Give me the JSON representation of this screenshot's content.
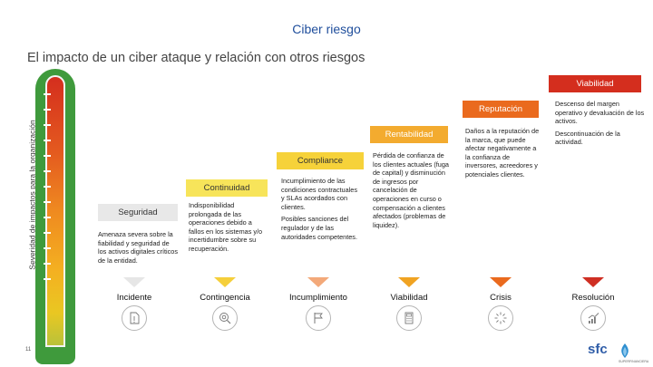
{
  "title": "Ciber riesgo",
  "subtitle": "El impacto de un ciber ataque y relación con otros riesgos",
  "vertical_label": "Severidad de impactos para la organización",
  "page_number": "11",
  "logo": {
    "text": "sfc",
    "sub": "SUPERFINANCIERA"
  },
  "colors": {
    "thermometer_outer": "#3f9a3c",
    "seguridad": "#e8e8e8",
    "continuidad": "#f7e45a",
    "compliance": "#f6d23a",
    "rentabilidad": "#f3ab2f",
    "reputacion": "#ea6a1e",
    "viabilidad": "#d42e1e"
  },
  "steps": [
    {
      "label": "Seguridad",
      "paragraphs": [
        "Amenaza severa sobre la fiabilidad y seguridad de los activos digitales críticos de la entidad."
      ]
    },
    {
      "label": "Continuidad",
      "paragraphs": [
        "Indisponibilidad prolongada de las operaciones debido a fallos en los sistemas y/o incertidumbre sobre su recuperación."
      ]
    },
    {
      "label": "Compliance",
      "paragraphs": [
        "Incumplimiento de las condiciones contractuales y SLAs acordados con clientes.",
        "Posibles sanciones del regulador y de las autoridades competentes."
      ]
    },
    {
      "label": "Rentabilidad",
      "paragraphs": [
        "Pérdida de confianza de los clientes actuales (fuga de capital) y disminución de ingresos por cancelación de operaciones en curso o compensación a clientes afectados (problemas de liquidez)."
      ]
    },
    {
      "label": "Reputación",
      "paragraphs": [
        "Daños a la reputación de la marca, que puede afectar negativamente a la confianza de inversores, acreedores y potenciales clientes."
      ]
    },
    {
      "label": "Viabilidad",
      "paragraphs": [
        "Descenso del margen operativo y devaluación de los activos.",
        "Descontinuación de la actividad."
      ]
    }
  ],
  "stages": [
    {
      "label": "Incidente",
      "icon": "document-icon",
      "arrow_color": "#e6e6e6"
    },
    {
      "label": "Contingencia",
      "icon": "gear-search-icon",
      "arrow_color": "#f5cf3b"
    },
    {
      "label": "Incumplimiento",
      "icon": "flag-icon",
      "arrow_color": "#f3a97a"
    },
    {
      "label": "Viabilidad",
      "icon": "calculator-icon",
      "arrow_color": "#f0a322"
    },
    {
      "label": "Crisis",
      "icon": "burst-icon",
      "arrow_color": "#ea6a1e"
    },
    {
      "label": "Resolución",
      "icon": "chart-growth-icon",
      "arrow_color": "#cf2f23"
    }
  ]
}
